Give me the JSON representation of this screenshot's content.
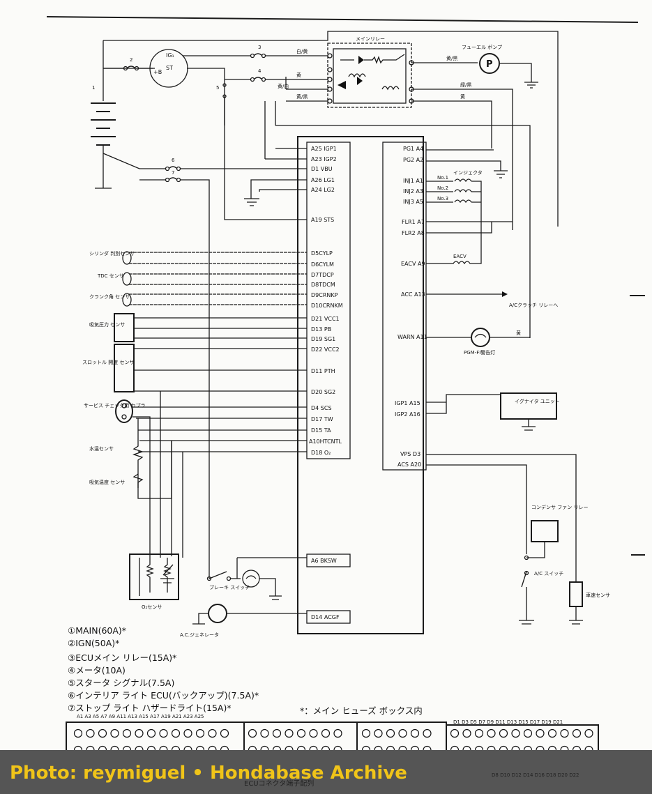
{
  "title_labels": {
    "main_relay": "メインリレー",
    "fuel_pump": "フューエル ポンプ",
    "injector": "インジェクタ",
    "igniter": "イグナイタ ユニット",
    "pgm_lamp": "PGM-FI警告灯",
    "ac_clutch": "A/Cクラッチ リレーへ",
    "eacv": "EACV",
    "condenser": "コンデンサ ファン リレー",
    "ac_switch": "A/C スイッチ",
    "speed_sensor": "車速センサ",
    "brake_switch": "ブレーキ スイッチ",
    "o2_sensor": "O₂センサ",
    "alternator": "A.C.ジェネレータ",
    "cyl_sensor": "シリンダ 判別センサ",
    "tdc_sensor": "TDC センサ",
    "crank_sensor": "クランク角 センサ",
    "map_sensor": "吸気圧力 センサ",
    "tps_sensor": "スロットル 開度 センサ",
    "service_coupler": "サービス チェック用 カプラ",
    "coolant_sensor": "水温センサ",
    "iat_sensor": "吸気温度 センサ",
    "ign_switch_ig1": "IG₁",
    "ign_switch_st": "ST",
    "ign_switch_b": "+B",
    "inj_no1": "No.1",
    "inj_no2": "No.2",
    "inj_no3": "No.3",
    "pump_symbol": "P"
  },
  "wire_colors": {
    "w1": "白/黄",
    "w2": "黄",
    "w3": "黄/白",
    "w4": "黄/黒",
    "w5": "黄/黒",
    "w6": "緑/黒",
    "w7": "黄",
    "w8": "黄"
  },
  "ecu_left_pins": [
    "A25 IGP1",
    "A23 IGP2",
    "D1 VBU",
    "A26 LG1",
    "A24 LG2",
    "A19 STS",
    "D5CYLP",
    "D6CYLM",
    "D7TDCP",
    "D8TDCM",
    "D9CRNKP",
    "D10CRNKM",
    "D21 VCC1",
    "D13 PB",
    "D19 SG1",
    "D22 VCC2",
    "D11 PTH",
    "D20 SG2",
    "D4 SCS",
    "D17 TW",
    "D15 TA",
    "A10HTCNTL",
    "D18 O₂",
    "A6 BKSW",
    "D14 ACGF"
  ],
  "ecu_right_pins": [
    "PG1 A4",
    "PG2 A2",
    "INJ1 A1",
    "INJ2 A3",
    "INJ3 A5",
    "FLR1 A7",
    "FLR2 A8",
    "EACV A9",
    "ACC A13",
    "WARN A11",
    "IGP1 A15",
    "IGP2 A16",
    "VPS D3",
    "ACS A20"
  ],
  "fuse_numbers": [
    "1",
    "2",
    "3",
    "4",
    "5",
    "6",
    "7"
  ],
  "legend": [
    "①MAIN(60A)*",
    "②IGN(50A)*",
    "③ECUメイン リレー(15A)*",
    "④メータ(10A)",
    "⑤スタータ シグナル(7.5A)",
    "⑥インテリア ライト ECU(バックアップ)(7.5A)*",
    "⑦ストップ ライト ハザードライト(15A)*"
  ],
  "legend_note": "*：メイン ヒューズ ボックス内",
  "connector": {
    "a_labels": "A1 A3 A5 A7 A9 A11 A13 A15 A17 A19 A21 A23 A25",
    "d_labels_top": "D1 D3 D5 D7 D9 D11 D13 D15 D17 D19 D21",
    "d_labels_bottom": "D8 D10 D12 D14 D16 D18 D20 D22",
    "caption": "ECUコネクタ端子配列"
  },
  "banner": "Photo: reymiguel • Hondabase Archive"
}
